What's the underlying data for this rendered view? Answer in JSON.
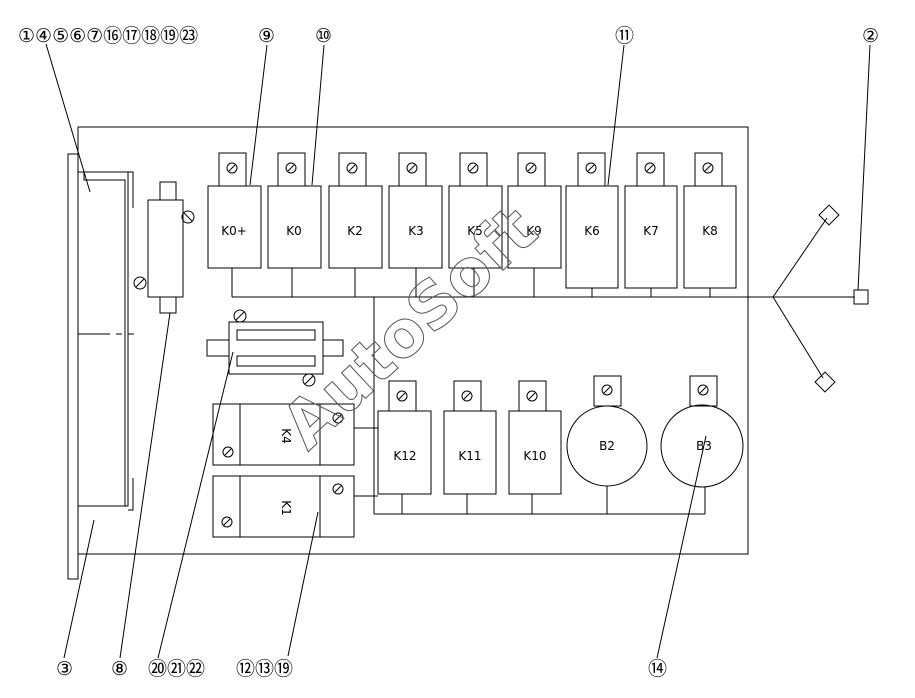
{
  "callouts": {
    "top_group": "①④⑤⑥⑦⑯⑰⑱⑲㉓",
    "top_9": "⑨",
    "top_10": "⑩",
    "top_11": "⑪",
    "top_2": "②",
    "bottom_3": "③",
    "bottom_8": "⑧",
    "bottom_group_a": "⑳㉑㉒",
    "bottom_group_b": "⑫⑬⑲",
    "bottom_14": "⑭"
  },
  "relays_top": [
    "K0+",
    "K0",
    "K2",
    "K3",
    "K5",
    "K9",
    "K6",
    "K7",
    "K8"
  ],
  "relays_bottom": [
    "K12",
    "K11",
    "K10"
  ],
  "buzzers": [
    "B2",
    "B3"
  ],
  "side_relays": [
    "K4",
    "K1"
  ],
  "watermark": "AutoSoft"
}
